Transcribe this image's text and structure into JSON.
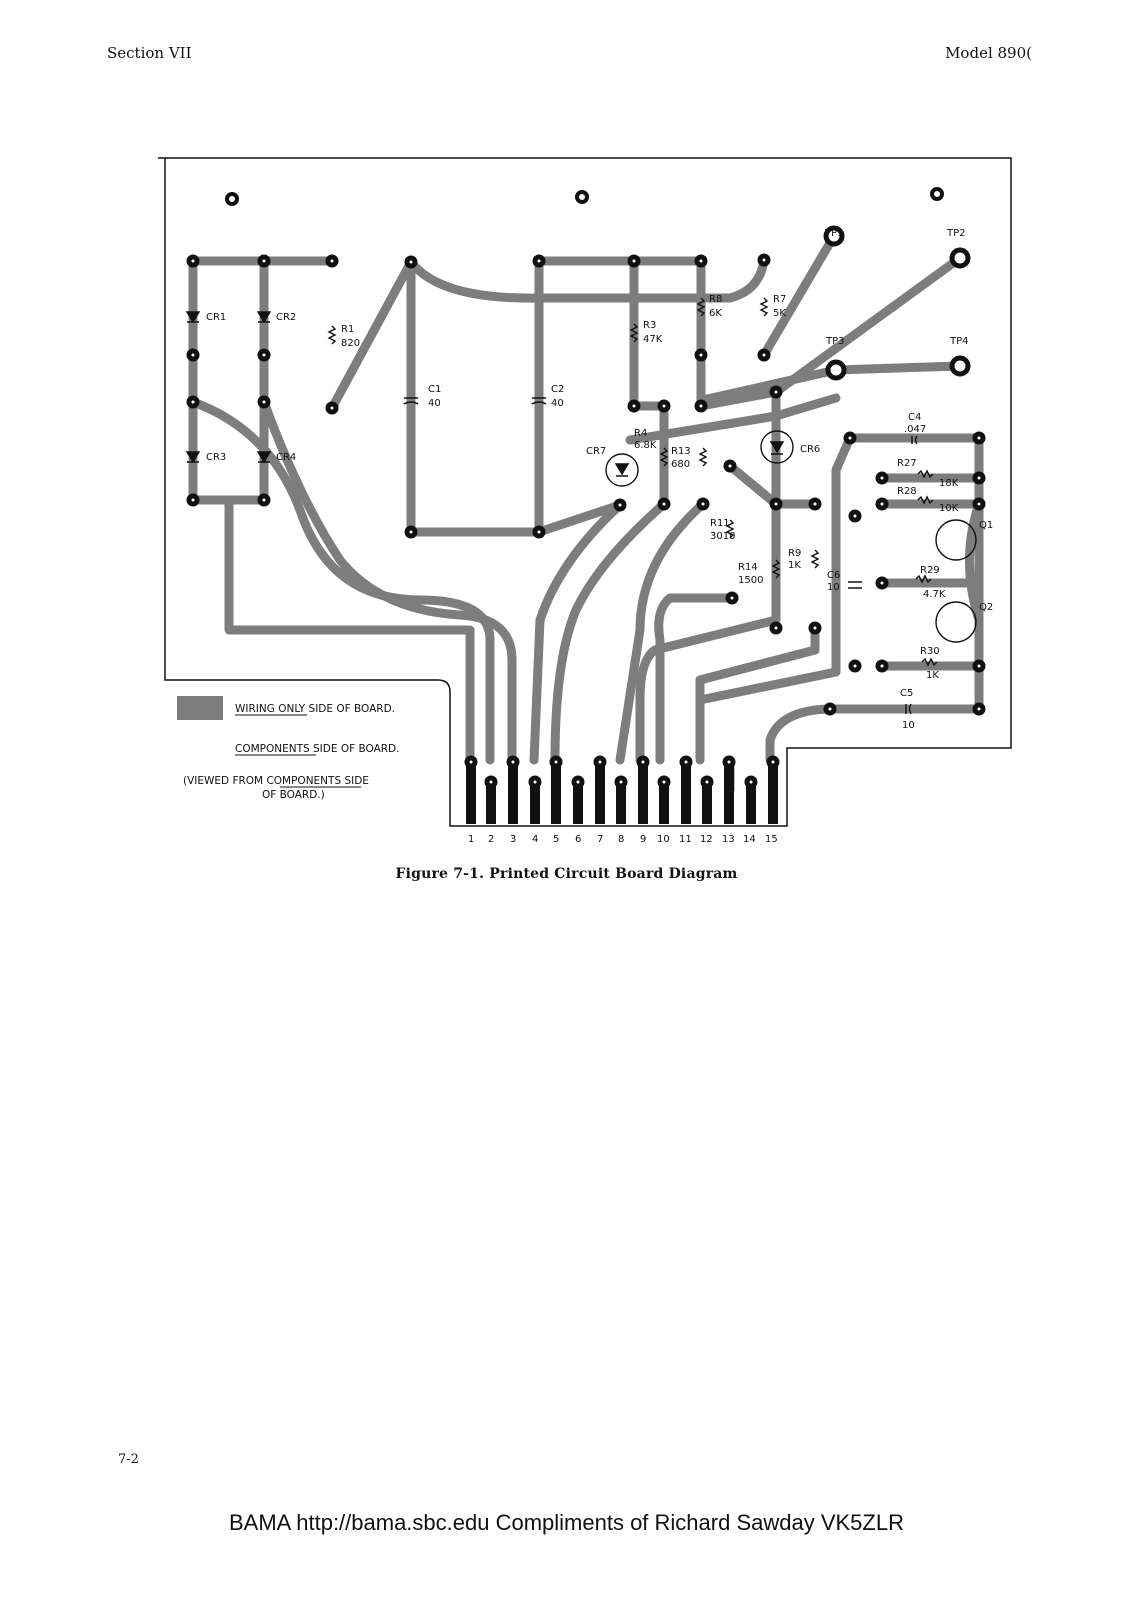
{
  "header": {
    "section": "Section VII",
    "model": "Model 890("
  },
  "figure": {
    "caption": "Figure 7-1.   Printed Circuit Board Diagram",
    "components": {
      "CR1": "CR1",
      "CR2": "CR2",
      "CR3": "CR3",
      "CR4": "CR4",
      "R1": "R1",
      "R1v": "820",
      "C1": "C1",
      "C1v": "40",
      "C2": "C2",
      "C2v": "40",
      "R3": "R3",
      "R3v": "47K",
      "R8": "R8",
      "R8v": "6K",
      "R7": "R7",
      "R7v": "5K",
      "R4": "R4",
      "R4v": "6.8K",
      "CR7": "CR7",
      "CR6": "CR6",
      "R13": "R13",
      "R13v": "680",
      "R11": "R11",
      "R11v": "3010",
      "R14": "R14",
      "R14v": "1500",
      "R9": "R9",
      "R9v": "1K",
      "C6": "C6",
      "C6v": "10",
      "C4": "C4",
      "C4v": ".047",
      "R27": "R27",
      "R27v": "18K",
      "R28": "R28",
      "R28v": "10K",
      "R29": "R29",
      "R29v": "4.7K",
      "R30": "R30",
      "R30v": "1K",
      "C5": "C5",
      "C5v": "10",
      "Q1": "Q1",
      "Q2": "Q2",
      "TP1": "TP1",
      "TP2": "TP2",
      "TP3": "TP3",
      "TP4": "TP4"
    },
    "legend": {
      "wiring": "WIRING ONLY SIDE OF BOARD.",
      "components": "COMPONENTS SIDE OF BOARD.",
      "viewed_1": "(VIEWED FROM COMPONENTS SIDE",
      "viewed_2": "OF BOARD.)"
    },
    "pins": [
      "1",
      "2",
      "3",
      "4",
      "5",
      "6",
      "7",
      "8",
      "9",
      "10",
      "11",
      "12",
      "13",
      "14",
      "15"
    ]
  },
  "page_number": "7-2",
  "footer": "BAMA http://bama.sbc.edu  Compliments of Richard Sawday VK5ZLR",
  "colors": {
    "trace": "#7d7d7d",
    "ink": "#111111"
  }
}
